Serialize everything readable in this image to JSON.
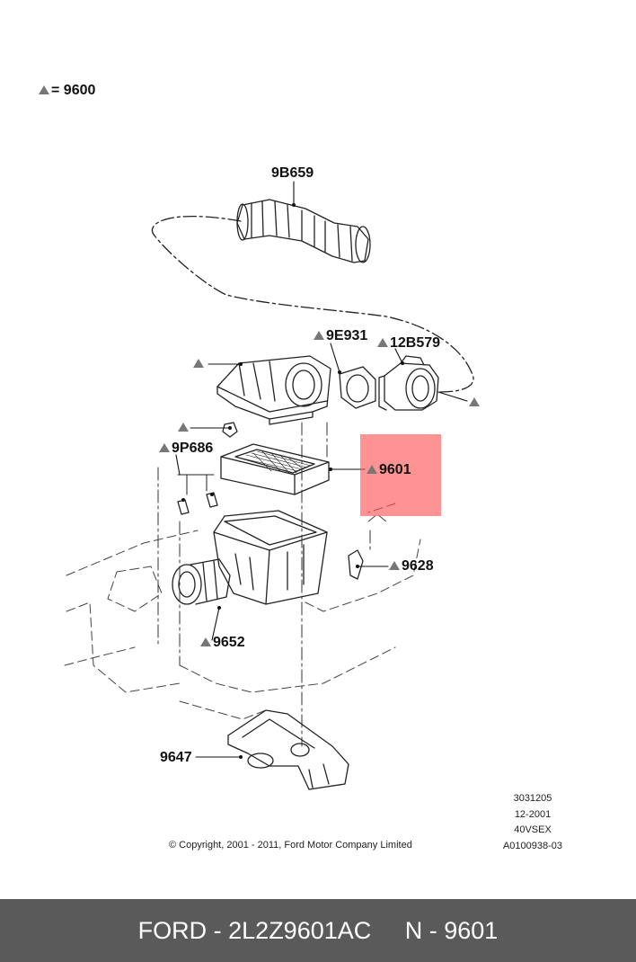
{
  "legend": {
    "symbol_value": "= 9600"
  },
  "callouts": {
    "hose": "9B659",
    "gasket": "9E931",
    "maf_sensor": "12B579",
    "clip": "9P686",
    "filter": "9601",
    "bracket": "9628",
    "intake_tube": "9652",
    "support": "9647"
  },
  "meta_lines": [
    "3031205",
    "12-2001",
    "40VSEX",
    "A0100938-03"
  ],
  "copyright": "© Copyright, 2001 - 2011, Ford Motor Company Limited",
  "footer": {
    "text": "FORD - 2L2Z9601AC     N - 9601"
  },
  "colors": {
    "highlight": "#ff5050",
    "footer_bg": "#5a5a5a",
    "triangle": "#777777"
  }
}
